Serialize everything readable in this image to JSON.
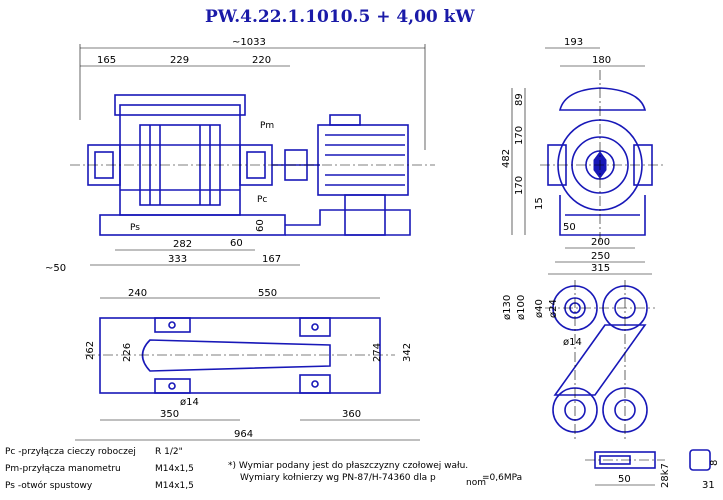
{
  "title": "PW.4.22.1.1010.5  +  4,00 kW",
  "dims_side": {
    "overall": "~1033",
    "d165": "165",
    "d229": "229",
    "d220": "220",
    "d282": "282",
    "d333": "333",
    "d167": "167",
    "d60h": "60",
    "d60v": "60",
    "d50": "~50",
    "pm": "Pm",
    "pc": "Pc",
    "ps": "Ps"
  },
  "dims_end": {
    "d193": "193",
    "d180": "180",
    "d89": "89",
    "d170a": "170",
    "d482": "482",
    "d170b": "170",
    "d15": "15",
    "d50": "50",
    "d200": "200",
    "d250": "250",
    "d315": "315"
  },
  "dims_top": {
    "d240": "240",
    "d550": "550",
    "d262": "262",
    "d226": "226",
    "d274": "274",
    "d342": "342",
    "hole": "ø14",
    "d350": "350",
    "d360": "360",
    "d964": "964"
  },
  "dims_flange": {
    "d130": "ø130",
    "d100": "ø100",
    "d40": "ø40",
    "d24": "ø24",
    "hole": "ø14"
  },
  "dims_shaft": {
    "d50": "50",
    "d28k7": "28k7",
    "d31": "31",
    "d8": "8"
  },
  "legend": {
    "pc_label": "Pc -przyłącza cieczy roboczej",
    "pc_value": "R 1/2\"",
    "pm_label": "Pm-przyłącza manometru",
    "pm_value": "M14x1,5",
    "ps_label": "Ps -otwór spustowy",
    "ps_value": "M14x1,5"
  },
  "notes": {
    "line1": "*) Wymiar podany jest do płaszczyzny czołowej wału.",
    "line2": "Wymiary kołnierzy wg PN-87/H-74360 dla p",
    "line2_sub": "nom",
    "line2_end": "=0,6MPa"
  }
}
